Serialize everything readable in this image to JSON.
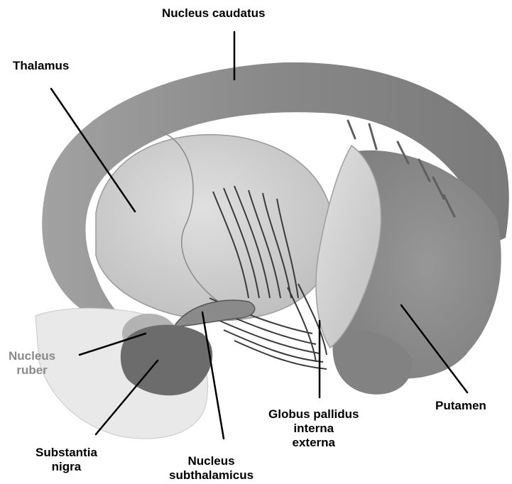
{
  "labels": {
    "nucleus_caudatus": "Nucleus caudatus",
    "thalamus": "Thalamus",
    "nucleus_ruber_line1": "Nucleus",
    "nucleus_ruber_line2": "ruber",
    "putamen": "Putamen",
    "globus_pallidus_line1": "Globus pallidus",
    "globus_pallidus_line2": "interna",
    "globus_pallidus_line3": "externa",
    "substantia_nigra_line1": "Substantia",
    "substantia_nigra_line2": "nigra",
    "nucleus_subthalamicus_line1": "Nucleus",
    "nucleus_subthalamicus_line2": "subthalamicus"
  },
  "colors": {
    "caudate": "#8d8d8d",
    "thalamus": "#d6d6d6",
    "putamen": "#8f8f8f",
    "globus_pallidus": "#d0d0d0",
    "substantia_nigra": "#6c6c6c",
    "label_black": "#000000",
    "label_grey": "#8a8a8a"
  }
}
